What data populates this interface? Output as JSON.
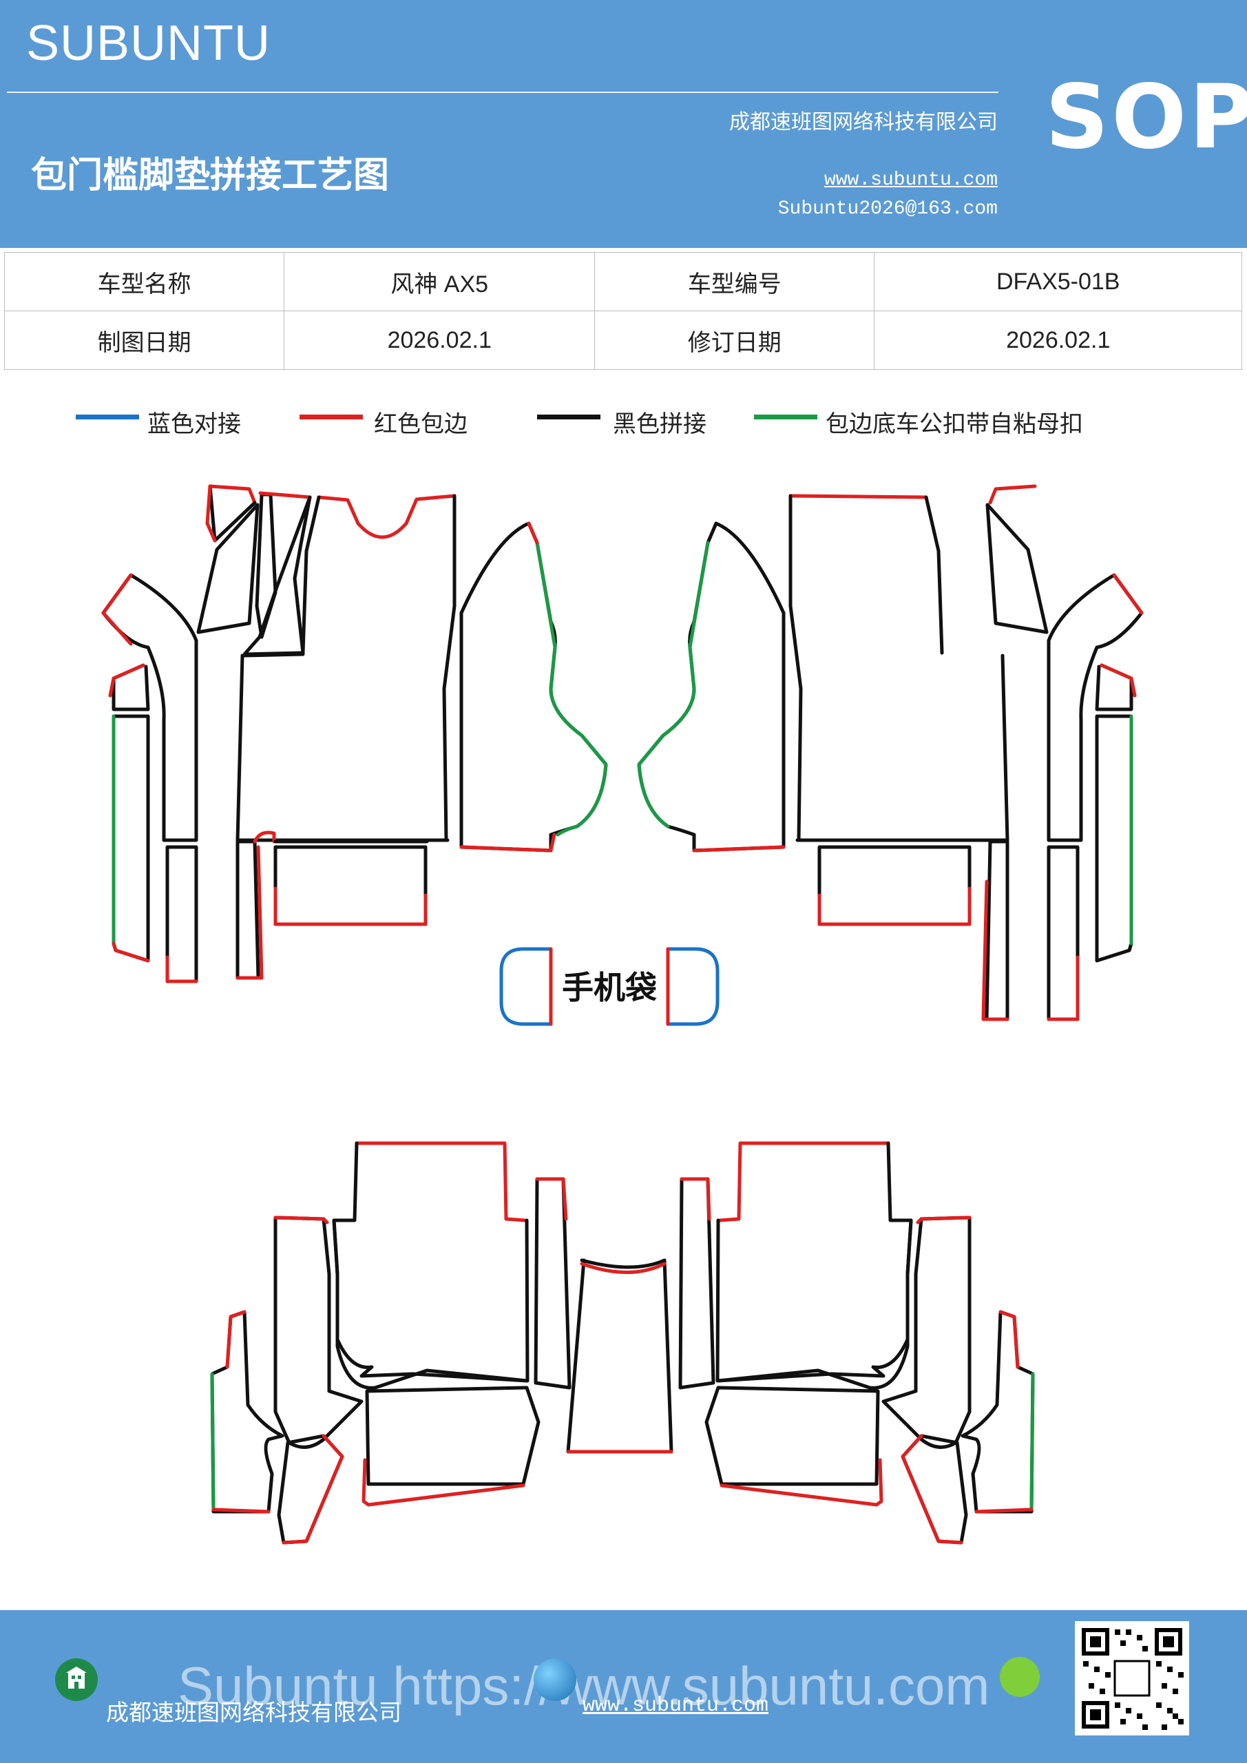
{
  "header": {
    "brand": "SUBUNTU",
    "title": "包门槛脚垫拼接工艺图",
    "company": "成都速班图网络科技有限公司",
    "website": "www.subuntu.com",
    "email": "Subuntu2026@163.com",
    "badge": "SOP"
  },
  "info_table": {
    "rows": [
      {
        "label1": "车型名称",
        "value1": "风神 AX5",
        "label2": "车型编号",
        "value2": "DFAX5-01B"
      },
      {
        "label1": "制图日期",
        "value1": "2026.02.1",
        "label2": "修订日期",
        "value2": "2026.02.1"
      }
    ]
  },
  "legend": [
    {
      "label": "蓝色对接",
      "color": "#1a73c9"
    },
    {
      "label": "红色包边",
      "color": "#e02020"
    },
    {
      "label": "黑色拼接",
      "color": "#111111"
    },
    {
      "label": "包边底车公扣带自粘母扣",
      "color": "#1a9a45"
    }
  ],
  "diagram": {
    "phone_bag_label": "手机袋"
  },
  "footer": {
    "company": "成都速班图网络科技有限公司",
    "website": "www.subuntu.com",
    "watermark": "Subuntu https://www.subuntu.com",
    "icons": [
      "building-icon",
      "globe-icon",
      "wechat-icon",
      "qr-code"
    ]
  },
  "colors": {
    "header_bg": "#5b9bd5",
    "blue": "#1a73c9",
    "red": "#e02020",
    "black": "#111111",
    "green": "#1a9a45"
  }
}
